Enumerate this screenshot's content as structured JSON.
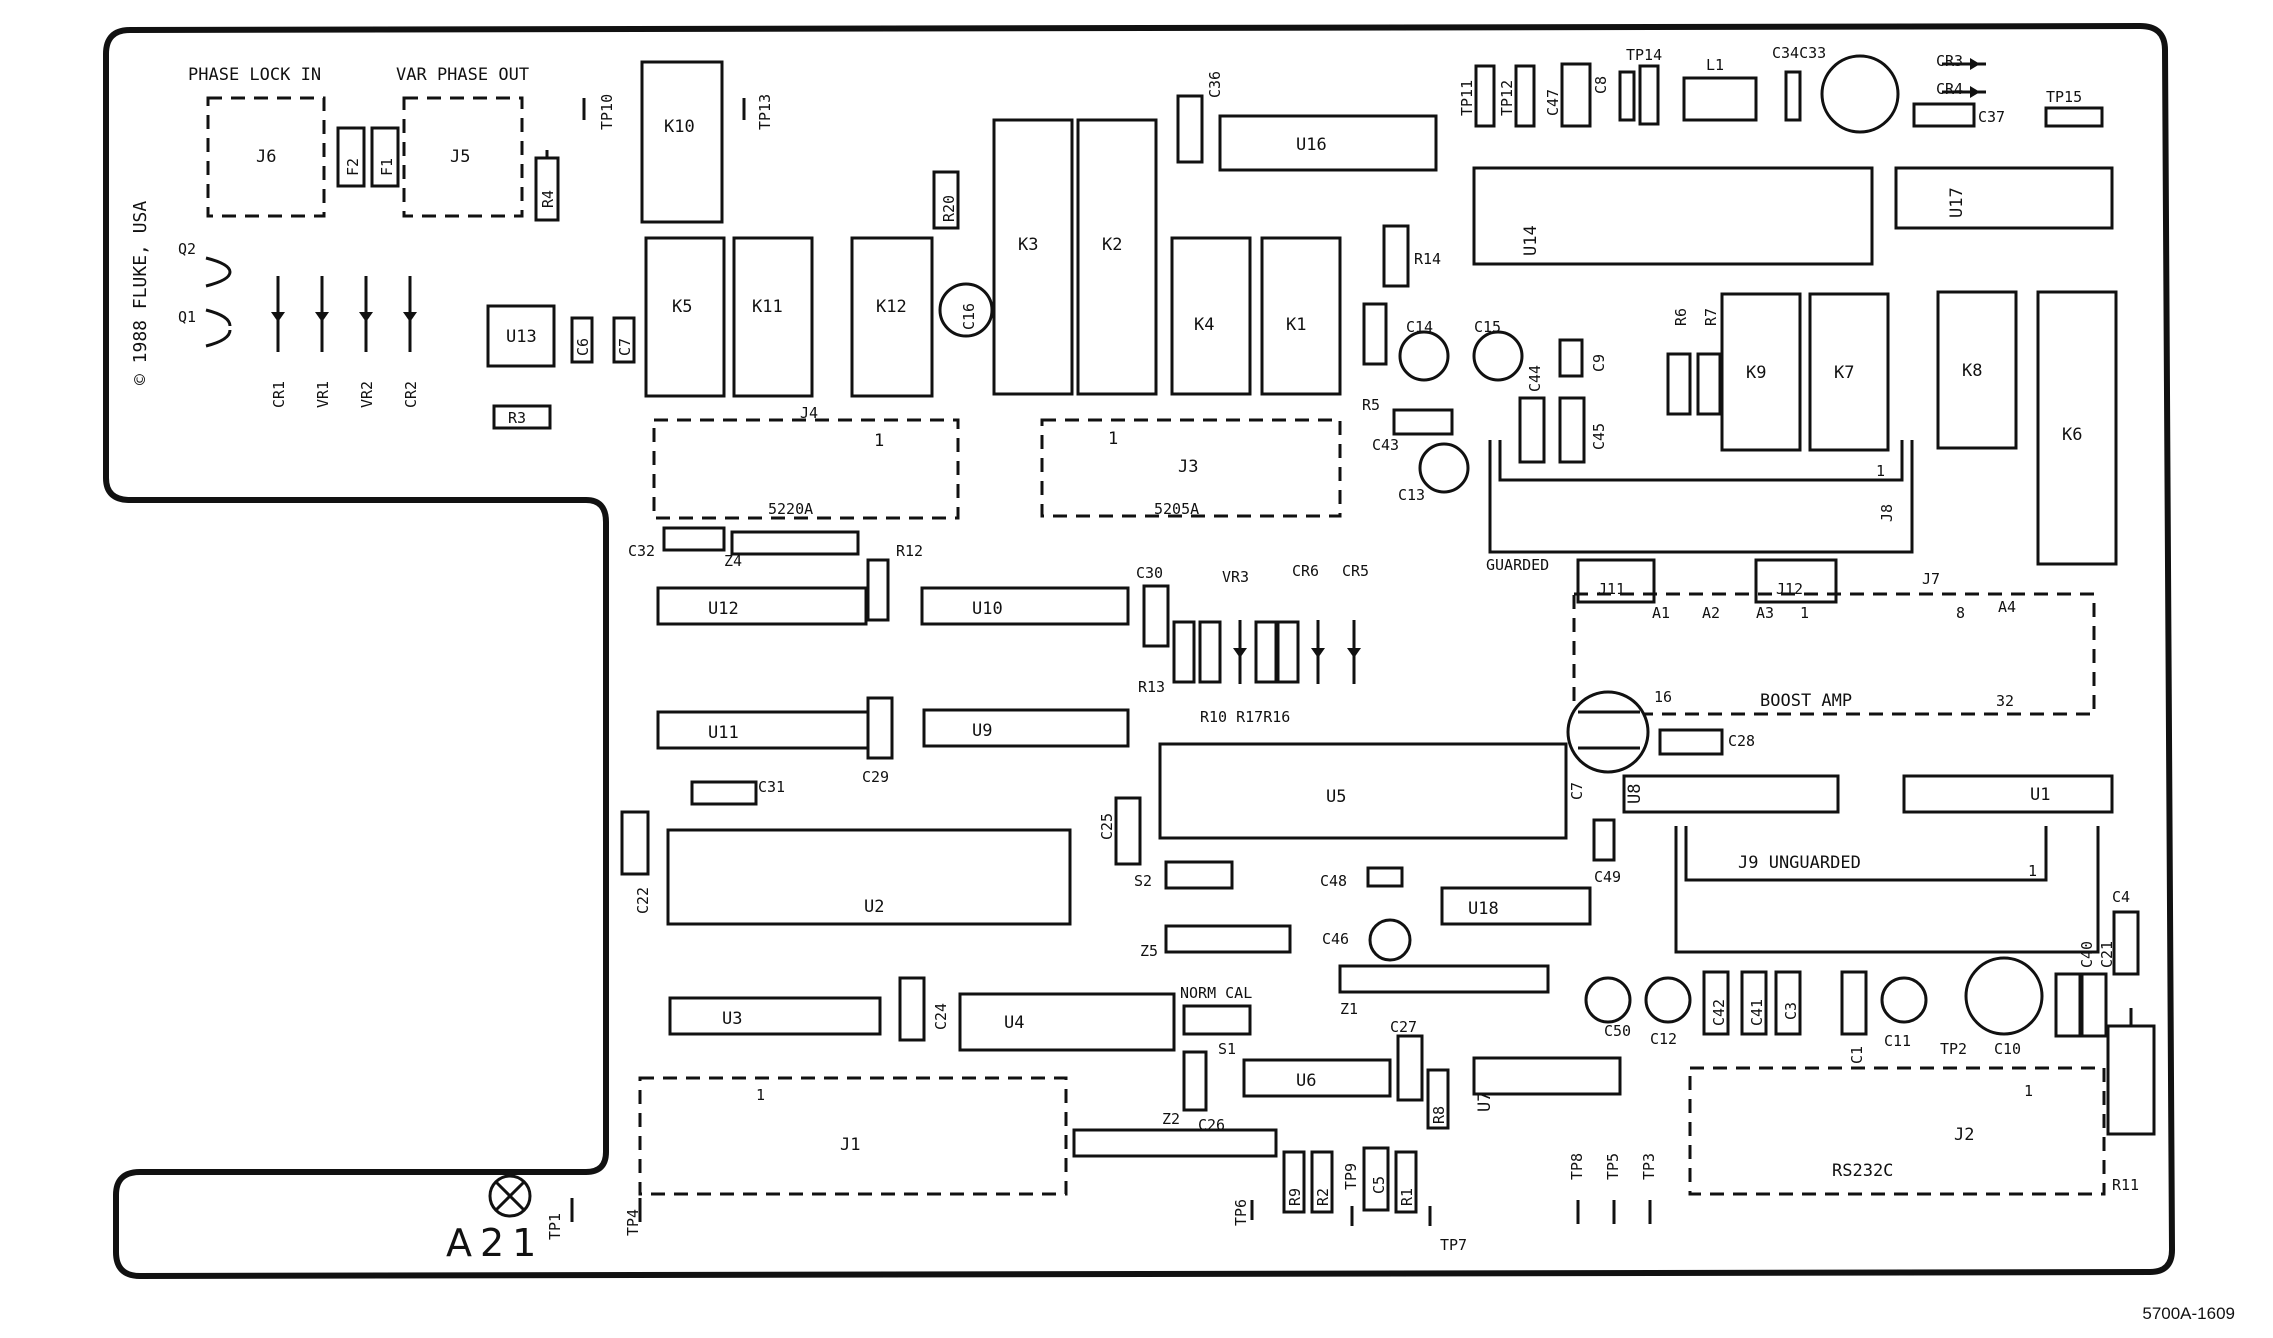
{
  "board": {
    "copyright": "© 1988 FLUKE, USA",
    "assembly": "A21",
    "figure_code": "5700A-1609"
  },
  "labels": {
    "phase_lock_in": "PHASE LOCK IN",
    "var_phase_out": "VAR PHASE OUT",
    "guarded": "GUARDED",
    "boost_amp": "BOOST AMP",
    "j9_unguarded": "J9 UNGUARDED",
    "rs232c": "RS232C",
    "norm_cal": "NORM CAL",
    "j4_name": "5220A",
    "j3_name": "5205A",
    "r10_r17_r16": "R10 R17R16",
    "c34_c33": "C34C33"
  },
  "pins": {
    "j4_pin1": "1",
    "j3_pin1": "1",
    "j8_pin1": "1",
    "j9_pin1": "1",
    "j2_pin1": "1",
    "j1_pin1": "1",
    "boost_16": "16",
    "boost_32": "32",
    "boost_1": "1",
    "boost_8": "8"
  },
  "connectors": [
    "J6",
    "J5",
    "J4",
    "J3",
    "J8",
    "J11",
    "J12",
    "J7",
    "J9",
    "J1",
    "J2"
  ],
  "relays": [
    "K10",
    "K5",
    "K11",
    "K12",
    "K3",
    "K2",
    "K4",
    "K1",
    "K9",
    "K7",
    "K8",
    "K6"
  ],
  "ics": [
    "U13",
    "U16",
    "U14",
    "U17",
    "U12",
    "U10",
    "U11",
    "U9",
    "U5",
    "U8",
    "U1",
    "U2",
    "U18",
    "U3",
    "U4",
    "U6",
    "U7"
  ],
  "signals": [
    "A1",
    "A2",
    "A3",
    "A4"
  ],
  "parts": {
    "F2": "F2",
    "F1": "F1",
    "R4": "R4",
    "TP10": "TP10",
    "TP13": "TP13",
    "C36": "C36",
    "R20": "R20",
    "TP11": "TP11",
    "TP12": "TP12",
    "C47": "C47",
    "C8": "C8",
    "TP14": "TP14",
    "L1": "L1",
    "CR3": "CR3",
    "CR4": "CR4",
    "C37": "C37",
    "TP15": "TP15",
    "Q2": "Q2",
    "Q1": "Q1",
    "CR1": "CR1",
    "VR1": "VR1",
    "VR2": "VR2",
    "CR2": "CR2",
    "C6": "C6",
    "C7": "C7",
    "R3": "R3",
    "C16": "C16",
    "R14": "R14",
    "C14": "C14",
    "C15": "C15",
    "C9": "C9",
    "R6": "R6",
    "R7": "R7",
    "R5": "R5",
    "C44": "C44",
    "C45": "C45",
    "C43": "C43",
    "C13": "C13",
    "C32": "C32",
    "Z4": "Z4",
    "R12": "R12",
    "C30": "C30",
    "VR3": "VR3",
    "CR6": "CR6",
    "CR5": "CR5",
    "R13": "R13",
    "C29": "C29",
    "C31": "C31",
    "C7B": "C7",
    "C28": "C28",
    "C25": "C25",
    "C22": "C22",
    "S2": "S2",
    "C48": "C48",
    "C49": "C49",
    "Z5": "Z5",
    "C46": "C46",
    "Z1": "Z1",
    "C4": "C4",
    "C40": "C40",
    "C21": "C21",
    "C24": "C24",
    "S1": "S1",
    "C27": "C27",
    "C50": "C50",
    "C12": "C12",
    "C42": "C42",
    "C41": "C41",
    "C3": "C3",
    "C1": "C1",
    "C11": "C11",
    "TP2": "TP2",
    "C10": "C10",
    "Z2": "Z2",
    "C26": "C26",
    "R8": "R8",
    "R11": "R11",
    "TP6": "TP6",
    "R9": "R9",
    "R2": "R2",
    "TP9": "TP9",
    "C5": "C5",
    "R1": "R1",
    "TP7": "TP7",
    "TP8": "TP8",
    "TP5": "TP5",
    "TP3": "TP3",
    "TP1": "TP1",
    "TP4": "TP4"
  }
}
